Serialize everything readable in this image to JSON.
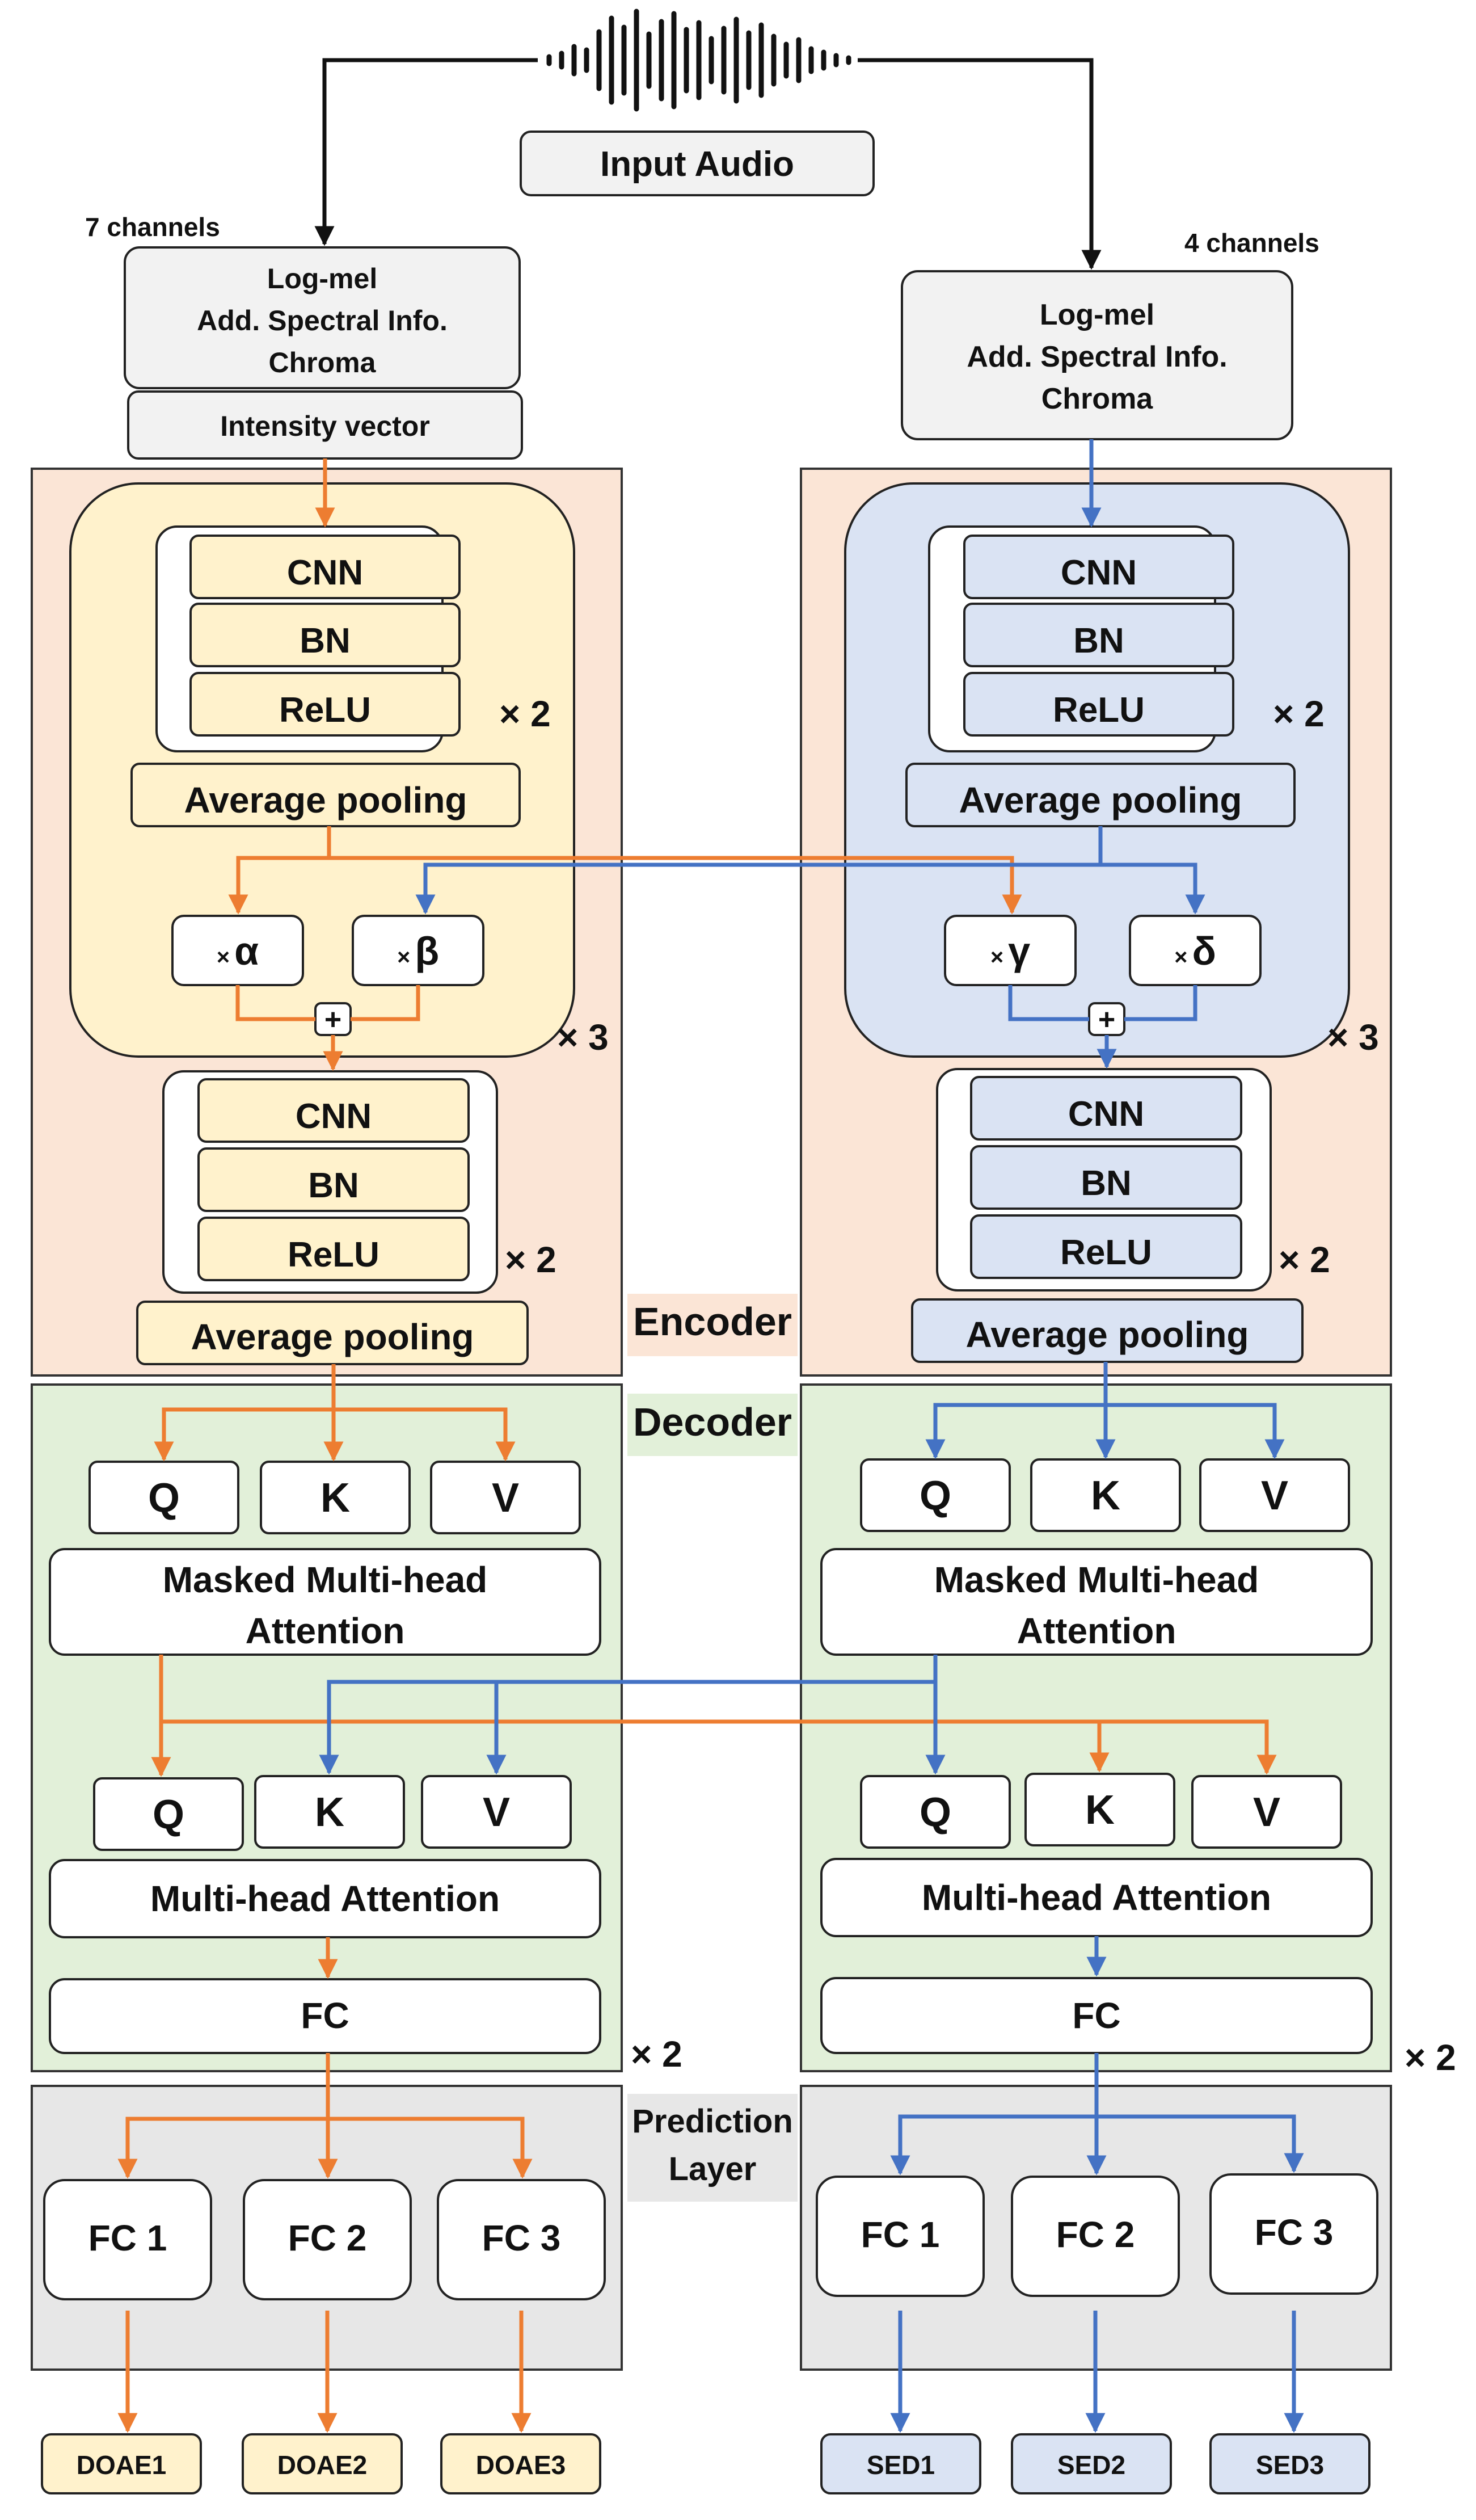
{
  "input": {
    "label": "Input Audio"
  },
  "left": {
    "channels": "7 channels",
    "features": [
      "Log-mel",
      "Add. Spectral Info.",
      "Chroma"
    ],
    "extra_feature": "Intensity vector",
    "block": {
      "cnn": "CNN",
      "bn": "BN",
      "relu": "ReLU",
      "times2": "× 2",
      "pool": "Average pooling"
    },
    "weights": {
      "w1_prefix": "×",
      "w1": "α",
      "w2_prefix": "×",
      "w2": "β"
    },
    "plus": "+",
    "times3": "× 3",
    "decoder": {
      "q": "Q",
      "k": "K",
      "v": "V",
      "masked_attention": [
        "Masked Multi-head",
        "Attention"
      ],
      "attention": "Multi-head Attention",
      "fc": "FC",
      "times2": "× 2"
    },
    "prediction": {
      "fc1": "FC 1",
      "fc2": "FC 2",
      "fc3": "FC 3"
    },
    "outputs": [
      "DOAE1",
      "DOAE2",
      "DOAE3"
    ]
  },
  "right": {
    "channels": "4 channels",
    "features": [
      "Log-mel",
      "Add. Spectral Info.",
      "Chroma"
    ],
    "block": {
      "cnn": "CNN",
      "bn": "BN",
      "relu": "ReLU",
      "times2": "× 2",
      "pool": "Average pooling"
    },
    "weights": {
      "w1_prefix": "×",
      "w1": "γ",
      "w2_prefix": "×",
      "w2": "δ"
    },
    "plus": "+",
    "times3": "× 3",
    "decoder": {
      "q": "Q",
      "k": "K",
      "v": "V",
      "masked_attention": [
        "Masked Multi-head",
        "Attention"
      ],
      "attention": "Multi-head Attention",
      "fc": "FC",
      "times2": "× 2"
    },
    "prediction": {
      "fc1": "FC 1",
      "fc2": "FC 2",
      "fc3": "FC 3"
    },
    "outputs": [
      "SED1",
      "SED2",
      "SED3"
    ]
  },
  "section_labels": {
    "encoder": "Encoder",
    "decoder": "Decoder",
    "prediction": [
      "Prediction",
      "Layer"
    ]
  },
  "colors": {
    "encoder_bg": "#fbe5d6",
    "decoder_bg": "#e2f0d9",
    "prediction_bg": "#e7e7e7",
    "left_accent": "#ed7d31",
    "right_accent": "#4472c4",
    "left_fill": "#fff2cc",
    "right_fill": "#dae3f3",
    "neutral_fill": "#f2f2f2"
  }
}
